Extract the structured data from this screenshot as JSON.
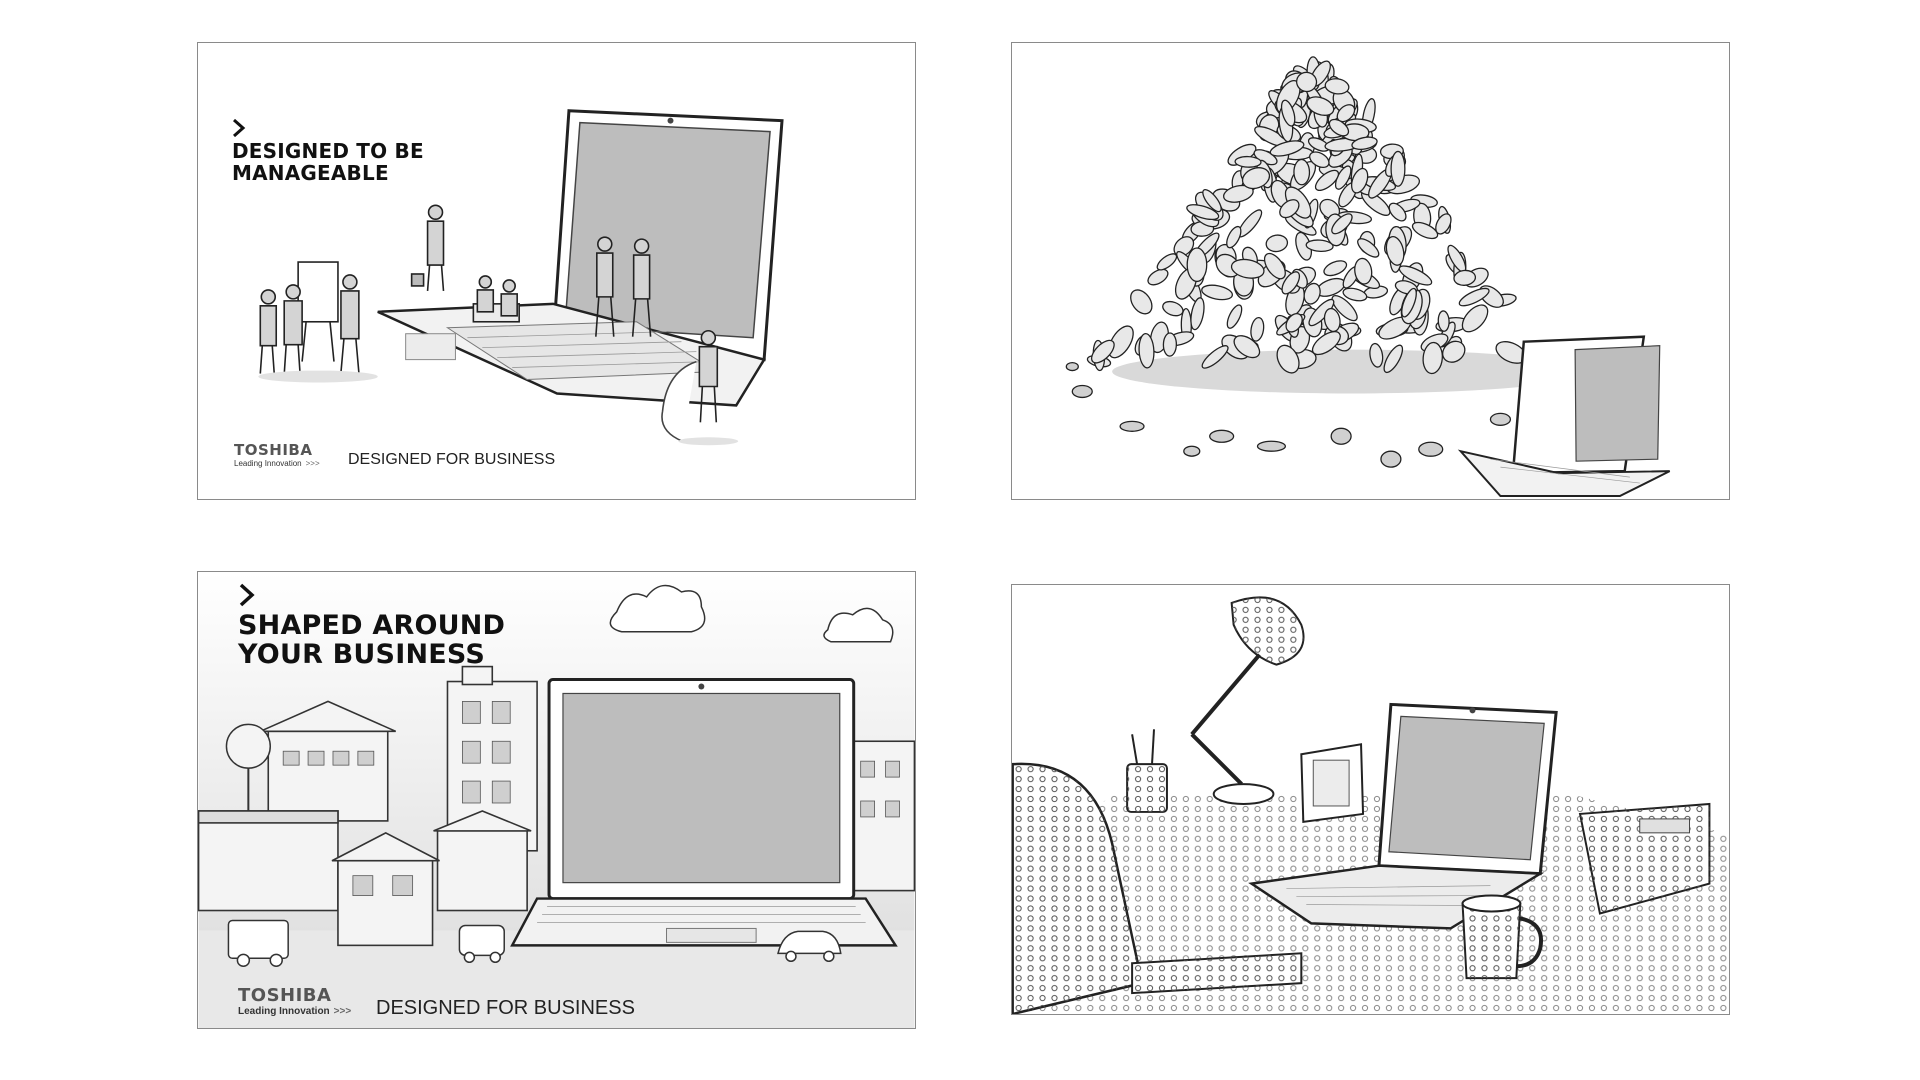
{
  "panels": [
    {
      "id": "panel-manageable",
      "headline": [
        "DESIGNED TO BE",
        "MANAGEABLE"
      ],
      "brand": {
        "name": "TOSHIBA",
        "tagline": "Leading Innovation",
        "arrows": ">>>"
      },
      "slogan": "DESIGNED FOR BUSINESS"
    },
    {
      "id": "panel-pile-of-people"
    },
    {
      "id": "panel-shaped-around",
      "headline": [
        "SHAPED AROUND",
        "YOUR BUSINESS"
      ],
      "brand": {
        "name": "TOSHIBA",
        "tagline": "Leading Innovation",
        "arrows": ">>>"
      },
      "slogan": "DESIGNED FOR BUSINESS"
    },
    {
      "id": "panel-desk-scene"
    }
  ],
  "icons": {
    "chevron": "chevron-right-icon"
  },
  "colors": {
    "screen": "#bdbdbd",
    "ink": "#333333",
    "border": "#8a8a8a"
  }
}
